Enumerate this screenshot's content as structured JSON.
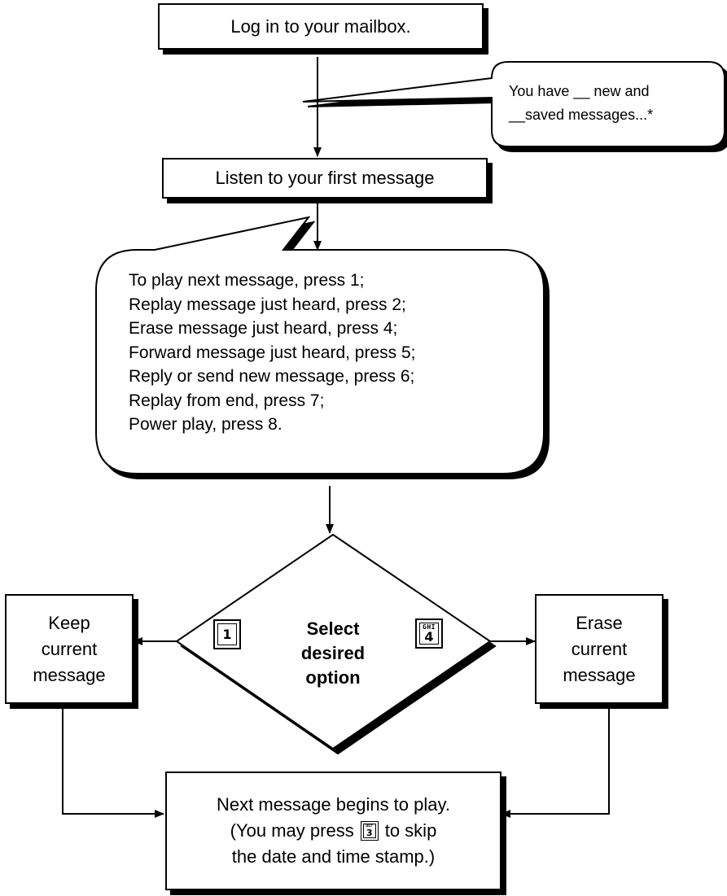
{
  "steps": {
    "login": "Log in to your mailbox.",
    "first_message": "Listen to your first message",
    "keep": [
      "Keep",
      "current",
      "message"
    ],
    "erase": [
      "Erase",
      "current",
      "message"
    ],
    "next": [
      "Next message begins to play.",
      "(You may press",
      "to skip",
      "the date and time stamp.)"
    ]
  },
  "bubbles": {
    "count": [
      "You have __ new and",
      "__saved messages...*"
    ],
    "options": [
      "To play next message, press 1;",
      "Replay message just heard, press 2;",
      "Erase message just heard, press 4;",
      "Forward message just heard, press 5;",
      "Reply or send new message, press 6;",
      "Replay from end, press 7;",
      "Power play, press 8."
    ]
  },
  "decision": {
    "label": [
      "Select",
      "desired",
      "option"
    ]
  },
  "keys": {
    "key1": {
      "letters": "",
      "digit": "1"
    },
    "key4": {
      "letters": "GHI",
      "digit": "4"
    },
    "key3": {
      "letters": "DEF",
      "digit": "3"
    }
  }
}
